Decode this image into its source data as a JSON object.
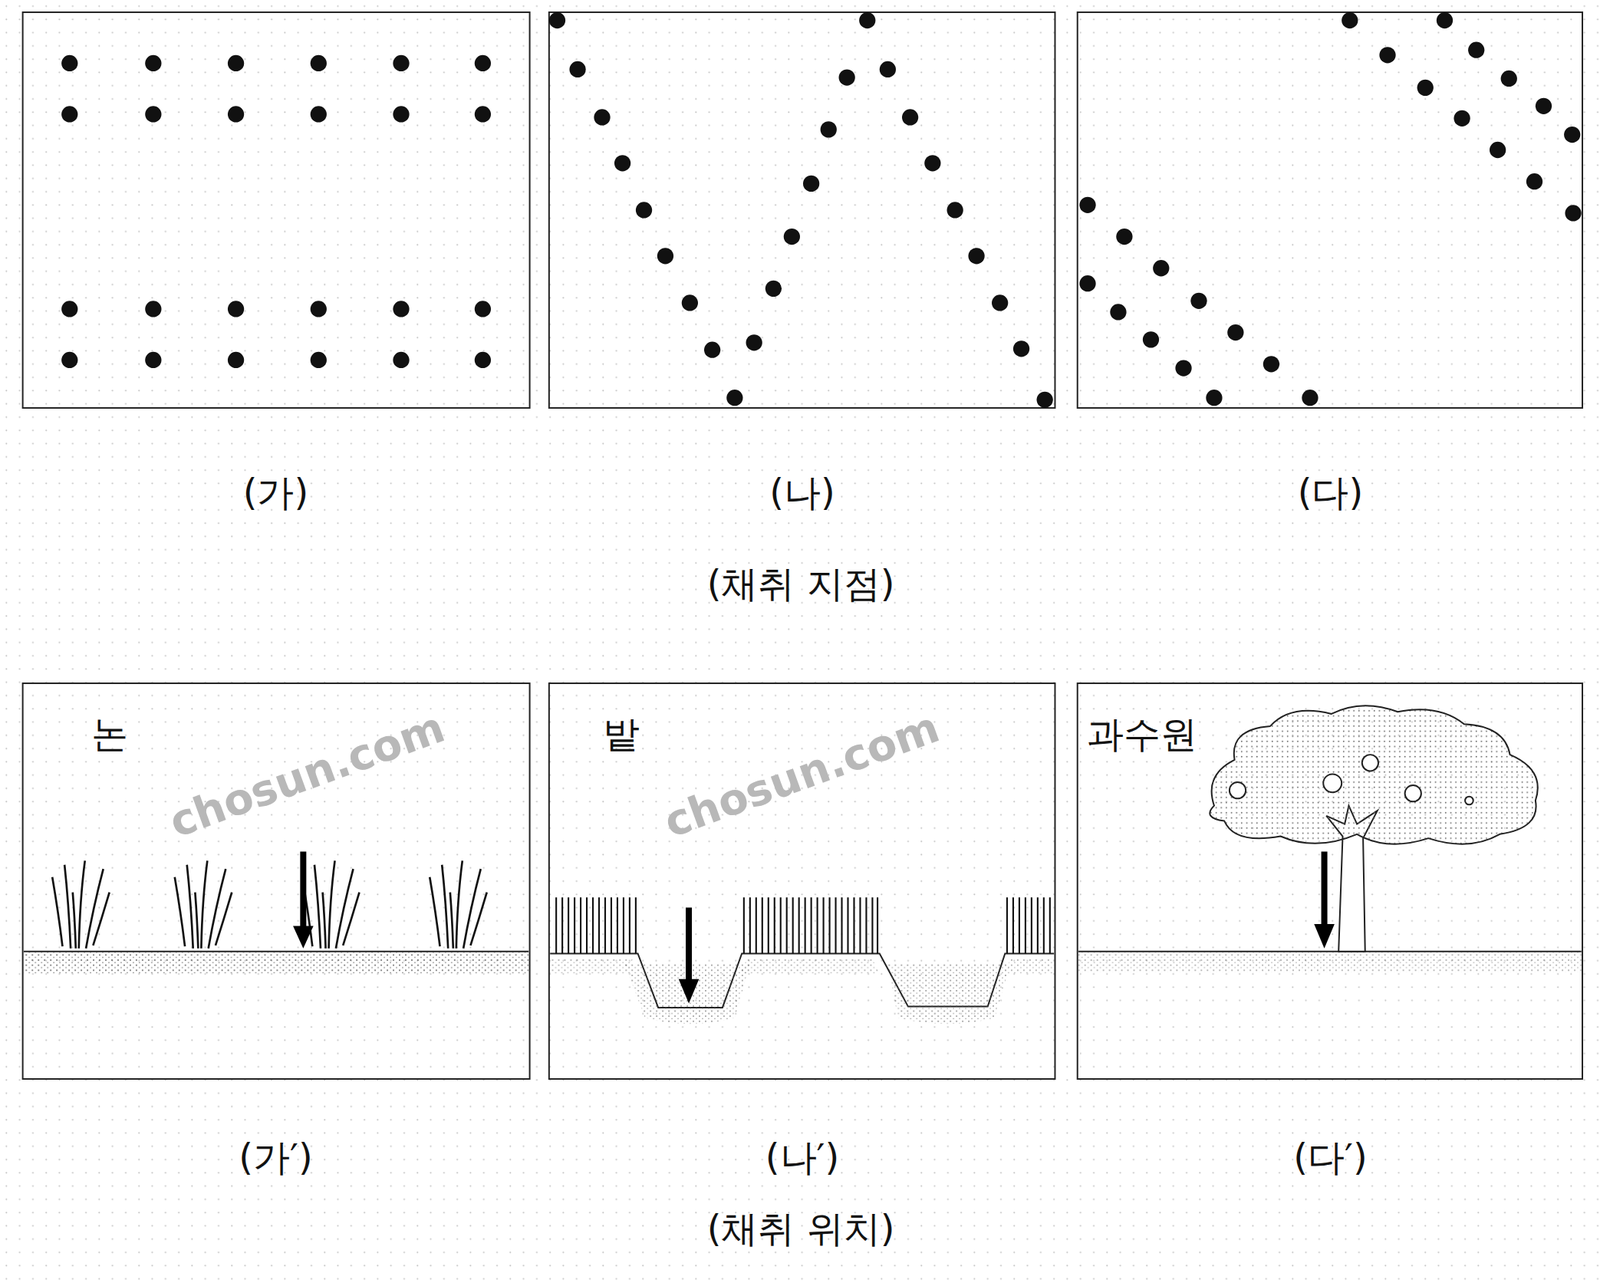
{
  "diagram": {
    "nodes": [
      {
        "text": [
          "(가)"
        ]
      },
      {
        "text": [
          "(나)"
        ]
      },
      {
        "text": [
          "(다)"
        ]
      },
      {
        "text": [
          "논",
          "(가′)"
        ]
      },
      {
        "text": [
          "밭",
          "(나′)"
        ]
      },
      {
        "text": [
          "과수원",
          "(다′)"
        ]
      }
    ],
    "labels": [
      "(채취 지점)",
      "(채취 위치)",
      "chosun.com",
      "chosun.com"
    ]
  }
}
